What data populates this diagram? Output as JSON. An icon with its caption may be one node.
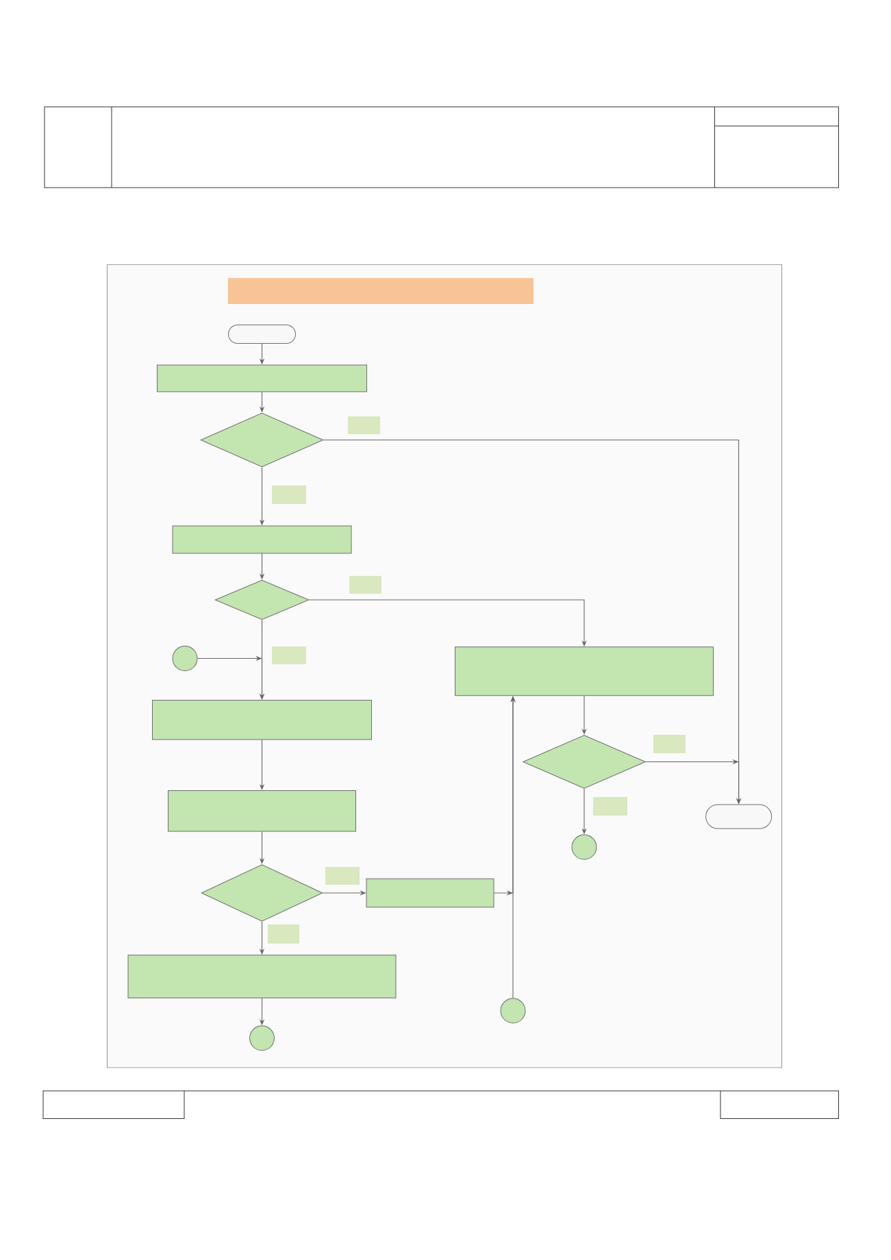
{
  "diagram": {
    "nodes": [
      {
        "text": [],
        "shape": "bar"
      },
      {
        "text": [],
        "shape": "terminal"
      },
      {
        "text": [],
        "shape": "box"
      },
      {
        "text": [],
        "shape": "diamond"
      },
      {
        "text": [],
        "shape": "box"
      },
      {
        "text": [],
        "shape": "diamond"
      },
      {
        "text": [],
        "shape": "circle"
      },
      {
        "text": [],
        "shape": "box"
      },
      {
        "text": [],
        "shape": "box"
      },
      {
        "text": [],
        "shape": "diamond"
      },
      {
        "text": [],
        "shape": "box"
      },
      {
        "text": [],
        "shape": "terminal"
      },
      {
        "text": [],
        "shape": "circle"
      },
      {
        "text": [],
        "shape": "diamond"
      },
      {
        "text": [],
        "shape": "box"
      },
      {
        "text": [],
        "shape": "box"
      },
      {
        "text": [],
        "shape": "circle"
      },
      {
        "text": [],
        "shape": "circle"
      }
    ],
    "edges": [
      {
        "from": 1,
        "to": 2,
        "arrow": "to"
      },
      {
        "from": 2,
        "to": 3,
        "arrow": "to"
      },
      {
        "from": 3,
        "to": 4,
        "arrow": "to"
      },
      {
        "from": 3,
        "to": 11,
        "arrow": "to"
      },
      {
        "from": 4,
        "to": 5,
        "arrow": "to"
      },
      {
        "from": 5,
        "to": 8,
        "arrow": "to"
      },
      {
        "from": 5,
        "to": 7,
        "arrow": "to"
      },
      {
        "from": 6,
        "to": 8,
        "arrow": "to"
      },
      {
        "from": 7,
        "to": 9,
        "arrow": "to"
      },
      {
        "from": 8,
        "to": 10,
        "arrow": "to"
      },
      {
        "from": 9,
        "to": 11,
        "arrow": "to"
      },
      {
        "from": 9,
        "to": 12,
        "arrow": "to"
      },
      {
        "from": 10,
        "to": 13,
        "arrow": "to"
      },
      {
        "from": 13,
        "to": 14,
        "arrow": "to"
      },
      {
        "from": 13,
        "to": 15,
        "arrow": "to"
      },
      {
        "from": 14,
        "to": 7,
        "arrow": "to"
      },
      {
        "from": 15,
        "to": 17,
        "arrow": "to"
      },
      {
        "from": 16,
        "to": 7,
        "arrow": "to"
      }
    ]
  }
}
